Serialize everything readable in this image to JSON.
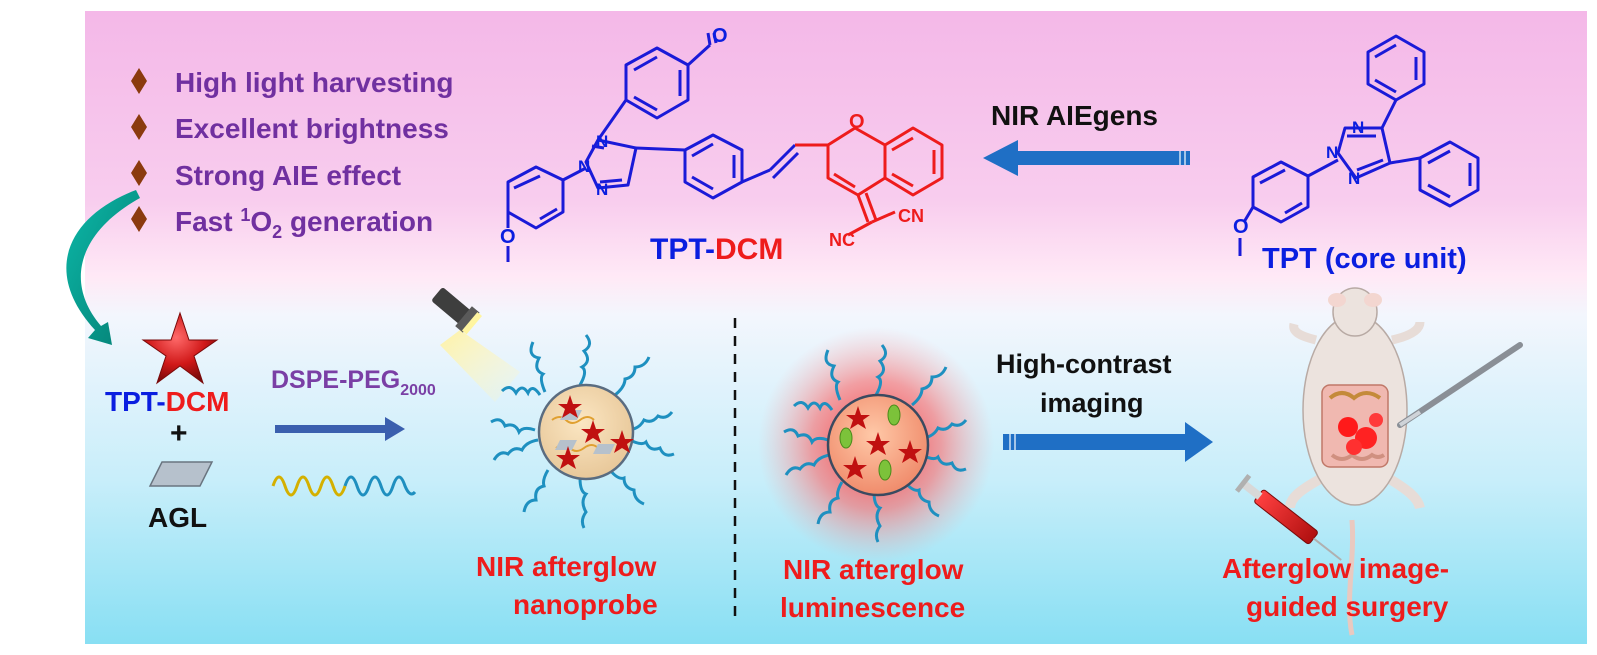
{
  "features": {
    "item_1": "High light harvesting",
    "item_2": "Excellent brightness",
    "item_3": "Strong AIE effect",
    "item_4_prefix": "Fast ",
    "item_4_sup": "1",
    "item_4_main": "O",
    "item_4_sub": "2",
    "item_4_suffix": " generation"
  },
  "molecule_main": {
    "name_part1": "TPT-",
    "name_part2": "DCM"
  },
  "molecule_core": {
    "name": "TPT (core unit)"
  },
  "atoms": {
    "oxygen": "O",
    "nitrogen": "N",
    "nitrile": "CN",
    "nitrile_rev": "NC"
  },
  "arrow_top": {
    "label": "NIR AIEgens"
  },
  "components": {
    "dye_part1": "TPT-",
    "dye_part2": "DCM",
    "plus": "+",
    "agl": "AGL"
  },
  "polymer": {
    "label_main": "DSPE-PEG",
    "label_sub": "2000"
  },
  "nanoprobe": {
    "line1": "NIR afterglow",
    "line2": "nanoprobe"
  },
  "luminescence": {
    "line1": "NIR afterglow",
    "line2": "luminescence"
  },
  "imaging": {
    "line1": "High-contrast",
    "line2": "imaging"
  },
  "surgery": {
    "line1": "Afterglow image-",
    "line2": "guided surgery"
  },
  "colors": {
    "blue": "#0a1ee0",
    "red": "#ee1c1c",
    "purple": "#7030a0",
    "bullet": "#8b3a0e",
    "arrow": "#1f6fc5",
    "teal": "#0aa89a"
  }
}
